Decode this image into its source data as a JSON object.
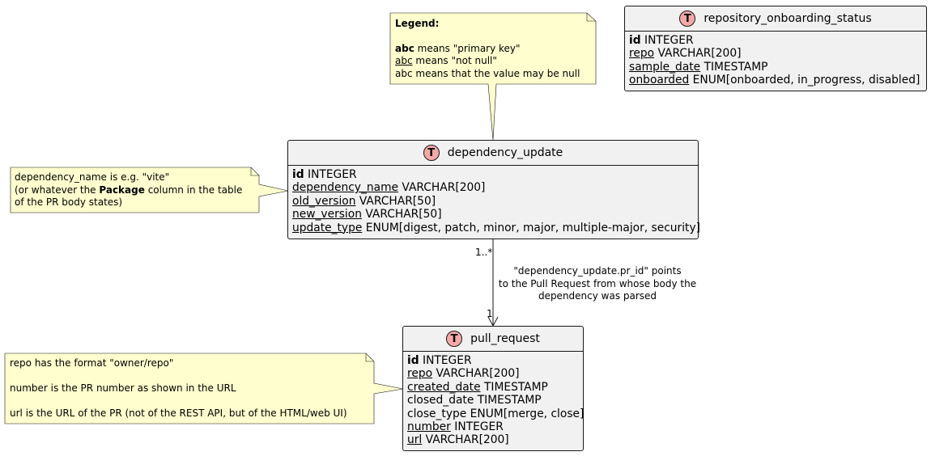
{
  "legend": {
    "title": "Legend:",
    "pk_example": "abc",
    "pk_desc": " means \"primary key\"",
    "nn_example": "abc",
    "nn_desc": " means \"not null\"",
    "null_line": "abc means that the value may be null"
  },
  "entities": {
    "repository_onboarding_status": {
      "badge": "T",
      "title": "repository_onboarding_status",
      "fields": [
        {
          "name": "id",
          "type": "INTEGER"
        },
        {
          "name": "repo",
          "type": "VARCHAR[200]"
        },
        {
          "name": "sample_date",
          "type": "TIMESTAMP"
        },
        {
          "name": "onboarded",
          "type": "ENUM[onboarded, in_progress, disabled]"
        }
      ]
    },
    "dependency_update": {
      "badge": "T",
      "title": "dependency_update",
      "fields": [
        {
          "name": "id",
          "type": "INTEGER"
        },
        {
          "name": "dependency_name",
          "type": "VARCHAR[200]"
        },
        {
          "name": "old_version",
          "type": "VARCHAR[50]"
        },
        {
          "name": "new_version",
          "type": "VARCHAR[50]"
        },
        {
          "name": "update_type",
          "type": "ENUM[digest, patch, minor, major, multiple-major, security]"
        }
      ]
    },
    "pull_request": {
      "badge": "T",
      "title": "pull_request",
      "fields": [
        {
          "name": "id",
          "type": "INTEGER"
        },
        {
          "name": "repo",
          "type": "VARCHAR[200]"
        },
        {
          "name": "created_date",
          "type": "TIMESTAMP"
        },
        {
          "name": "closed_date",
          "type": "TIMESTAMP"
        },
        {
          "name": "close_type",
          "type": "ENUM[merge, close]"
        },
        {
          "name": "number",
          "type": "INTEGER"
        },
        {
          "name": "url",
          "type": "VARCHAR[200]"
        }
      ]
    }
  },
  "notes": {
    "dependency_note": {
      "line1": "dependency_name is e.g. \"vite\"",
      "line2_pre": "(or whatever the ",
      "line2_bold": "Package",
      "line2_post": " column in the table",
      "line3": "of the PR body states)"
    },
    "pr_note": {
      "line1": "repo has the format \"owner/repo\"",
      "line2": "number is the PR number as shown in the URL",
      "line3": "url is the URL of the PR (not of the REST API, but of the HTML/web UI)"
    }
  },
  "relation": {
    "from_multiplicity": "1..*",
    "to_multiplicity": "1",
    "label_lines": [
      "\"dependency_update.pr_id\" points",
      "to the Pull Request from whose body the",
      "dependency was parsed"
    ]
  },
  "colors": {
    "note_fill": "#fefece",
    "entity_fill": "#f1f1f1",
    "badge_fill": "#f4a9a6",
    "line": "#181818"
  }
}
